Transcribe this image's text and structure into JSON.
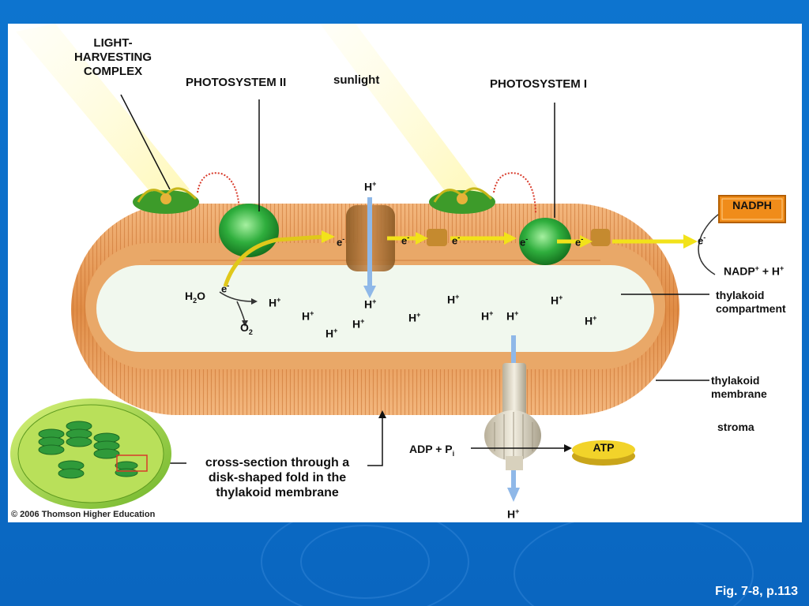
{
  "labels": {
    "light_harvesting": "LIGHT-\nHARVESTING\nCOMPLEX",
    "photosystem_ii": "PHOTOSYSTEM II",
    "sunlight": "sunlight",
    "photosystem_i": "PHOTOSYSTEM I",
    "nadph": "NADPH",
    "nadp_plus": "NADP",
    "nadp_plus_h": "+ H",
    "thylakoid_compartment": "thylakoid\ncompartment",
    "thylakoid_membrane": "thylakoid\nmembrane",
    "stroma": "stroma",
    "atp": "ATP",
    "adp_pi": "ADP + P",
    "pi_sub": "i",
    "cross_section": "cross-section through a\ndisk-shaped fold in the\nthylakoid membrane",
    "water": "H",
    "water_sub": "2",
    "water_o": "O",
    "oxygen": "O",
    "oxygen_sub": "2",
    "h": "H",
    "plus": "+",
    "e": "e",
    "minus": "-"
  },
  "footer": {
    "copyright": "© 2006 Thomson Higher Education",
    "figure_ref": "Fig. 7-8, p.113"
  },
  "colors": {
    "slide_bg": "#0a6fc9",
    "membrane": "#e8a15f",
    "lumen": "#f1f8ee",
    "photosystem": "#2fae3d",
    "electron_arrow": "#f2e21a",
    "nadph_box": "#f08c1a",
    "atp_badge": "#f2d32a",
    "proton_arrow": "#8fb8e8"
  }
}
